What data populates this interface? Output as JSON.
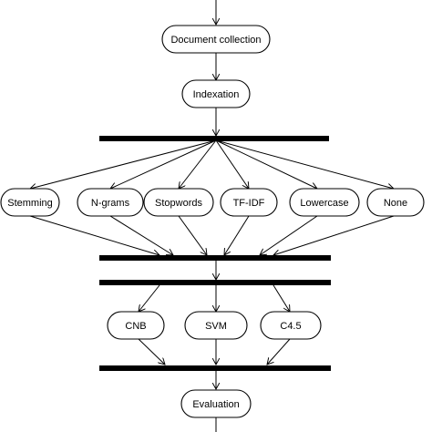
{
  "diagram": {
    "nodes": {
      "document_collection": "Document collection",
      "indexation": "Indexation",
      "stemming": "Stemming",
      "ngrams": "N-grams",
      "stopwords": "Stopwords",
      "tfidf": "TF-IDF",
      "lowercase": "Lowercase",
      "none": "None",
      "cnb": "CNB",
      "svm": "SVM",
      "c45": "C4.5",
      "evaluation": "Evaluation"
    }
  }
}
